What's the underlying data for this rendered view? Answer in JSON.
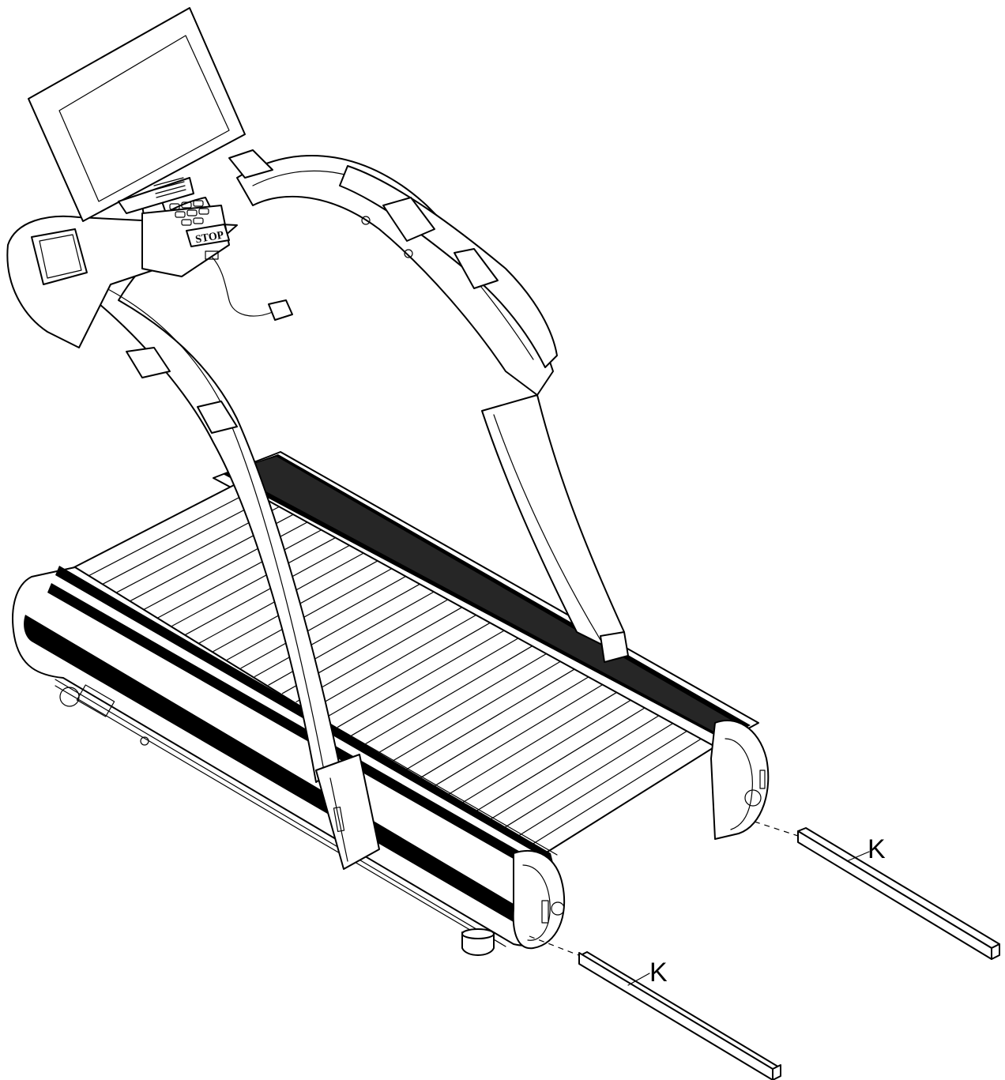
{
  "console": {
    "stop_label": "STOP"
  },
  "parts": [
    {
      "id": "left",
      "label": "K"
    },
    {
      "id": "right",
      "label": "K"
    }
  ]
}
